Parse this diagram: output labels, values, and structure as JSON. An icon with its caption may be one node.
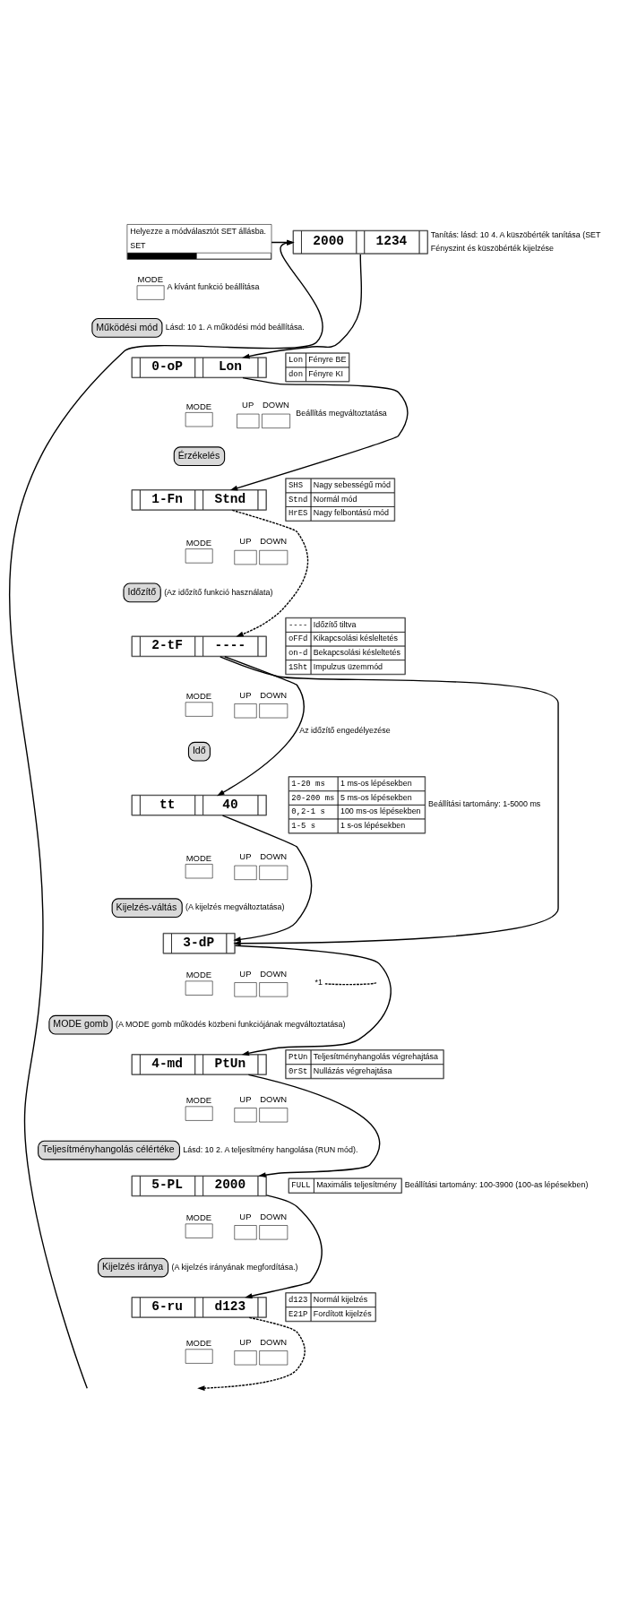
{
  "diagram": {
    "nodes": [
      {
        "text": [
          "Helyezze a módválasztót SET állásba.",
          "SET"
        ]
      },
      {
        "text": [
          "2000",
          "1234"
        ],
        "beside": [
          "Tanítás: lásd: 10 4. A küszöbérték tanítása (SET",
          "Fényszint és küszöbérték kijelzése"
        ]
      },
      {
        "text": [
          "MODE"
        ],
        "beside": [
          "A kívánt funkció beállítása"
        ]
      },
      {
        "text": [
          "Működési mód"
        ],
        "beside": [
          "Lásd: 10 1. A működési mód beállítása."
        ]
      },
      {
        "text": [
          "0-oP",
          "Lon"
        ]
      },
      {
        "text": [
          "Lon",
          "Fényre BE",
          "don",
          "Fényre KI"
        ]
      },
      {
        "text": [
          "MODE"
        ]
      },
      {
        "text": [
          "UP",
          "DOWN"
        ],
        "beside": [
          "Beállítás megváltoztatása"
        ]
      },
      {
        "text": [
          "Érzékelés"
        ]
      },
      {
        "text": [
          "1-Fn",
          "Stnd"
        ]
      },
      {
        "text": [
          "SHS",
          "Nagy sebességű mód",
          "Stnd",
          "Normál mód",
          "HrES",
          "Nagy felbontású mód"
        ]
      },
      {
        "text": [
          "MODE"
        ]
      },
      {
        "text": [
          "UP",
          "DOWN"
        ]
      },
      {
        "text": [
          "Időzítő"
        ],
        "beside": [
          "(Az időzítő funkció használata)"
        ]
      },
      {
        "text": [
          "2-tF",
          "----"
        ]
      },
      {
        "text": [
          "----",
          "Időzítő tiltva",
          "oFFd",
          "Kikapcsolási késleltetés",
          "on-d",
          "Bekapcsolási késleltetés",
          "1Sht",
          "Impulzus üzemmód"
        ]
      },
      {
        "text": [
          "MODE"
        ]
      },
      {
        "text": [
          "UP",
          "DOWN"
        ]
      },
      {
        "text": [
          "Idő"
        ]
      },
      {
        "text": [
          "tt",
          "40"
        ]
      },
      {
        "text": [
          "1-20 ms",
          "1 ms-os lépésekben",
          "20-200 ms",
          "5 ms-os lépésekben",
          "0,2-1 s",
          "100 ms-os lépésekben",
          "1-5 s",
          "1 s-os lépésekben"
        ],
        "beside": [
          "Beállítási tartomány: 1-5000 ms"
        ]
      },
      {
        "text": [
          "MODE"
        ]
      },
      {
        "text": [
          "UP",
          "DOWN"
        ]
      },
      {
        "text": [
          "Kijelzés-váltás"
        ],
        "beside": [
          "(A kijelzés megváltoztatása)"
        ]
      },
      {
        "text": [
          "3-dP"
        ]
      },
      {
        "text": [
          "MODE"
        ]
      },
      {
        "text": [
          "UP",
          "DOWN"
        ]
      },
      {
        "text": [
          "*1"
        ]
      },
      {
        "text": [
          "MODE gomb"
        ],
        "beside": [
          "(A MODE gomb működés közbeni funkciójának megváltoztatása)"
        ]
      },
      {
        "text": [
          "4-md",
          "PtUn"
        ]
      },
      {
        "text": [
          "PtUn",
          "Teljesítményhangolás végrehajtása",
          "0rSt",
          "Nullázás végrehajtása"
        ]
      },
      {
        "text": [
          "MODE"
        ]
      },
      {
        "text": [
          "UP",
          "DOWN"
        ]
      },
      {
        "text": [
          "Teljesítményhangolás célértéke"
        ],
        "beside": [
          "Lásd: 10 2. A teljesítmény hangolása (RUN mód)."
        ]
      },
      {
        "text": [
          "5-PL",
          "2000"
        ]
      },
      {
        "text": [
          "FULL",
          "Maximális teljesítmény"
        ],
        "beside": [
          "Beállítási tartomány: 100-3900 (100-as lépésekben)"
        ]
      },
      {
        "text": [
          "MODE"
        ]
      },
      {
        "text": [
          "UP",
          "DOWN"
        ]
      },
      {
        "text": [
          "Kijelzés iránya"
        ],
        "beside": [
          "(A kijelzés irányának megfordítása.)"
        ]
      },
      {
        "text": [
          "6-ru",
          "d123"
        ]
      },
      {
        "text": [
          "d123",
          "Normál kijelzés",
          "E21P",
          "Fordított kijelzés"
        ]
      },
      {
        "text": [
          "MODE"
        ]
      },
      {
        "text": [
          "UP",
          "DOWN"
        ]
      }
    ],
    "edges": [
      {
        "from": 0,
        "to": 1,
        "arrow": "to"
      },
      {
        "from": 1,
        "to": 4,
        "arrow": "to"
      },
      {
        "from": 4,
        "to": 9,
        "arrow": "to"
      },
      {
        "from": 9,
        "to": 14,
        "arrow": "to",
        "style": "dashed"
      },
      {
        "from": 14,
        "to": 24,
        "arrow": "to"
      },
      {
        "from": 14,
        "to": 19,
        "arrow": "to",
        "label": "Az időzítő engedélyezése"
      },
      {
        "from": 19,
        "to": 24,
        "arrow": "to"
      },
      {
        "from": 24,
        "to": 29,
        "arrow": "to"
      },
      {
        "from": 27,
        "to": null,
        "arrow": "none",
        "style": "dashed"
      },
      {
        "from": 29,
        "to": 34,
        "arrow": "to"
      },
      {
        "from": 34,
        "to": 39,
        "arrow": "to"
      },
      {
        "from": 39,
        "to": null,
        "arrow": "to",
        "style": "dashed"
      },
      {
        "from": null,
        "to": 1,
        "arrow": "to"
      }
    ]
  }
}
